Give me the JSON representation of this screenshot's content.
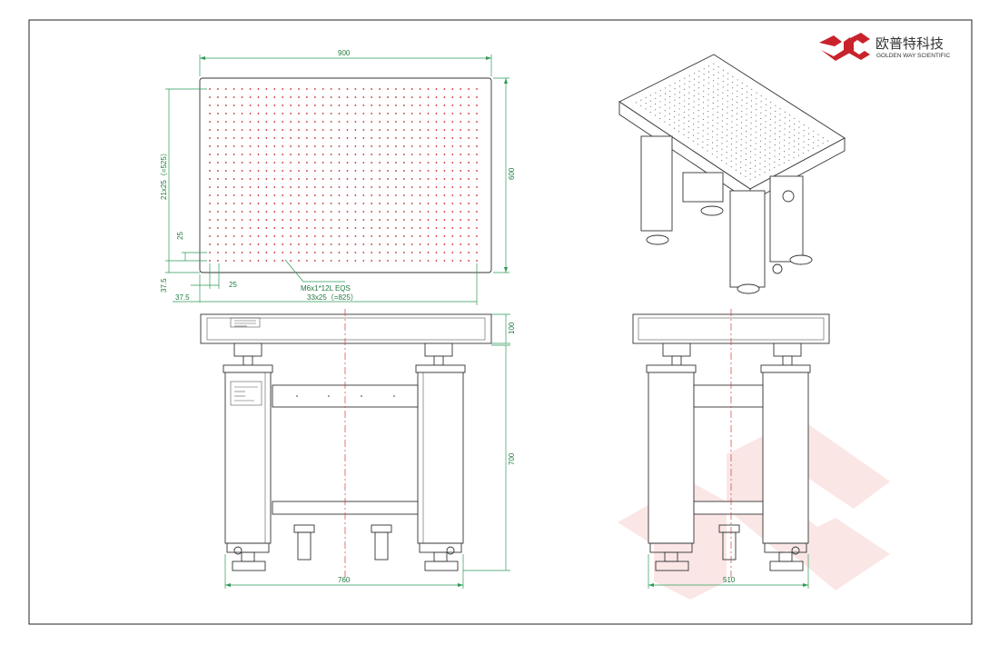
{
  "brand": {
    "name_cn": "欧普特科技",
    "name_en": "GOLDEN WAY SCIENTIFIC",
    "logo_color": "#c8232c"
  },
  "top_view": {
    "width_label": "900",
    "height_label": "600",
    "hole_rows_label": "21x25（=525）",
    "hole_pitch_v": "25",
    "edge_v": "37.5",
    "edge_h": "37.5",
    "hole_pitch_h": "25",
    "hole_cols_label": "33x25（=825）",
    "thread_label": "M6x1*12L EQS",
    "hole_columns": 34,
    "hole_rows": 22,
    "hole_color": "#c8232c"
  },
  "front_view": {
    "top_thickness": "100",
    "height_label": "700",
    "width_label": "760"
  },
  "side_view": {
    "width_label": "510"
  },
  "colors": {
    "dimension": "#2e9a56",
    "centerline": "#d23a3a",
    "watermark": "#fbe6e6"
  }
}
